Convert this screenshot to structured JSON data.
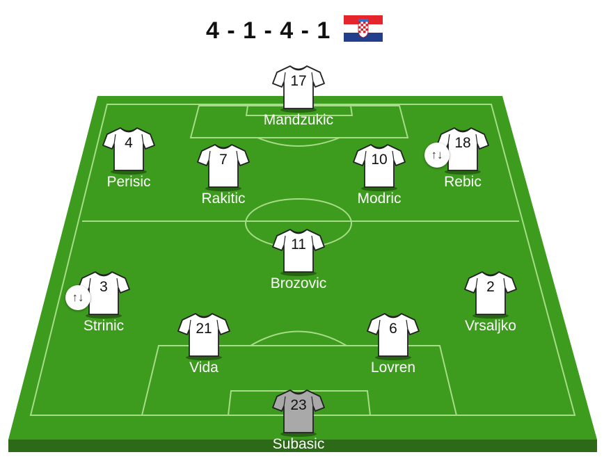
{
  "formation": "4 - 1 - 4 - 1",
  "team_flag": "croatia-flag",
  "colors": {
    "pitch": "#3a9a1c",
    "pitch_stripe": "#4aac22",
    "pitch_edge": "#2f6e18",
    "lines": "#9fd87f",
    "shirt": "#ffffff",
    "goalkeeper_shirt": "#a9a9a9"
  },
  "players": [
    {
      "number": "17",
      "name": "Mandzukic",
      "role": "outfield",
      "substituted": false
    },
    {
      "number": "4",
      "name": "Perisic",
      "role": "outfield",
      "substituted": false
    },
    {
      "number": "7",
      "name": "Rakitic",
      "role": "outfield",
      "substituted": false
    },
    {
      "number": "10",
      "name": "Modric",
      "role": "outfield",
      "substituted": false
    },
    {
      "number": "18",
      "name": "Rebic",
      "role": "outfield",
      "substituted": true
    },
    {
      "number": "11",
      "name": "Brozovic",
      "role": "outfield",
      "substituted": false
    },
    {
      "number": "3",
      "name": "Strinic",
      "role": "outfield",
      "substituted": true
    },
    {
      "number": "21",
      "name": "Vida",
      "role": "outfield",
      "substituted": false
    },
    {
      "number": "6",
      "name": "Lovren",
      "role": "outfield",
      "substituted": false
    },
    {
      "number": "2",
      "name": "Vrsaljko",
      "role": "outfield",
      "substituted": false
    },
    {
      "number": "23",
      "name": "Subasic",
      "role": "goalkeeper",
      "substituted": false
    }
  ],
  "substitution_icon": "swap-arrows-icon"
}
